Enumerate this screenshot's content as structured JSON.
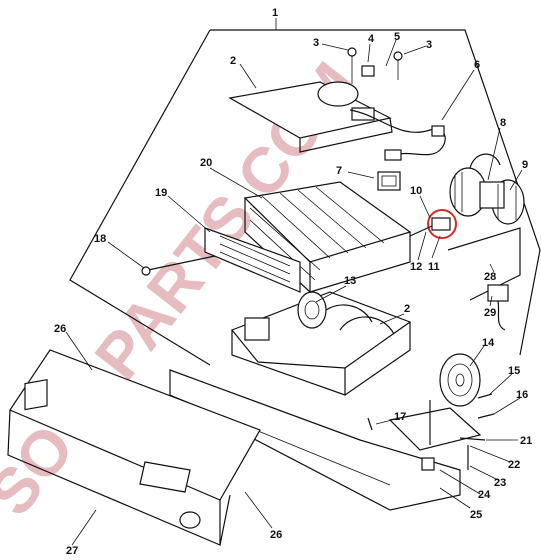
{
  "watermark": "SOTAPARTS.COM",
  "colors": {
    "line": "#111111",
    "watermark": "#be505a",
    "highlight": "#d42a2a"
  },
  "callouts": [
    "1",
    "2",
    "3",
    "3",
    "4",
    "5",
    "6",
    "7",
    "8",
    "9",
    "10",
    "11",
    "12",
    "13",
    "2",
    "14",
    "15",
    "16",
    "17",
    "18",
    "19",
    "20",
    "21",
    "22",
    "23",
    "24",
    "25",
    "26",
    "26",
    "27",
    "28",
    "29"
  ]
}
